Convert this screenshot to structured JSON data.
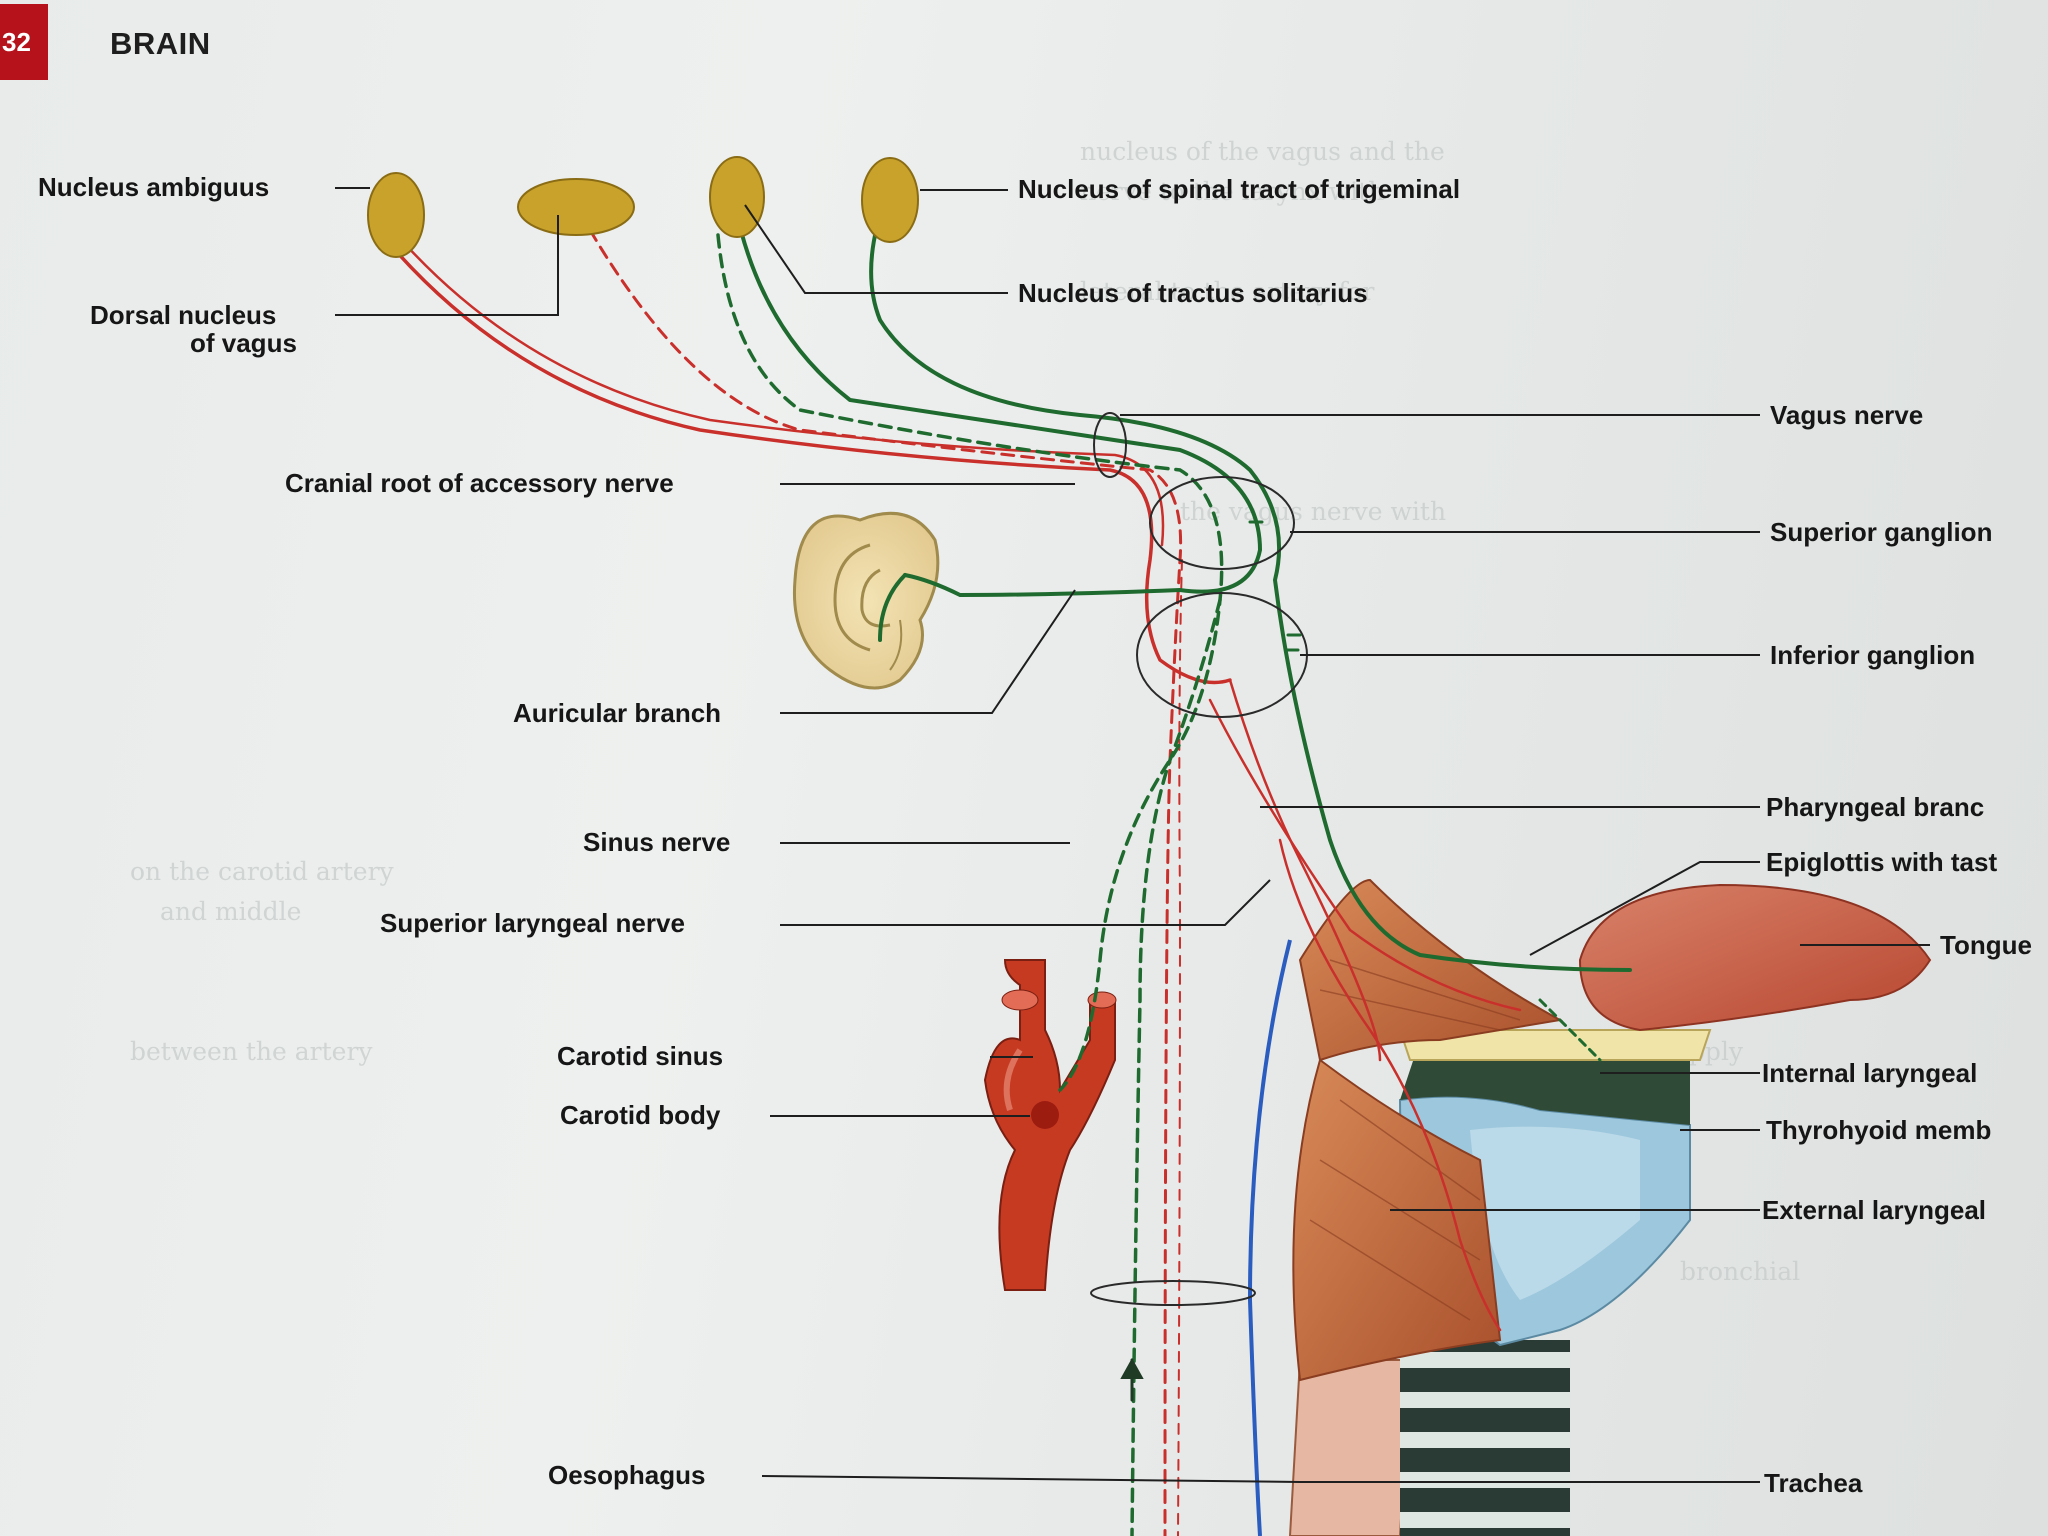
{
  "header": {
    "page_number": "32",
    "section": "BRAIN"
  },
  "colors": {
    "motor": "#c9302c",
    "sensory": "#1f6b2f",
    "nucleus": "#c8a22a",
    "artery": "#c73a22",
    "vein": "#2a5dbf",
    "muscle": "#b8623a",
    "cartilage": "#9cc7dc"
  },
  "labels": {
    "nucleus_ambiguus": "Nucleus ambiguus",
    "dorsal_nucleus_line1": "Dorsal nucleus",
    "dorsal_nucleus_line2": "of vagus",
    "cranial_root": "Cranial root of accessory nerve",
    "auricular_branch": "Auricular branch",
    "sinus_nerve": "Sinus nerve",
    "superior_laryngeal": "Superior laryngeal nerve",
    "carotid_sinus": "Carotid sinus",
    "carotid_body": "Carotid body",
    "oesophagus": "Oesophagus",
    "spinal_trigeminal": "Nucleus of spinal tract of trigeminal",
    "tractus_solitarius": "Nucleus of tractus solitarius",
    "vagus_nerve": "Vagus nerve",
    "superior_ganglion": "Superior ganglion",
    "inferior_ganglion": "Inferior ganglion",
    "pharyngeal_branch": "Pharyngeal branc",
    "epiglottis": "Epiglottis with tast",
    "tongue": "Tongue",
    "internal_laryngeal": "Internal laryngeal",
    "thyrohyoid": "Thyrohyoid memb",
    "external_laryngeal": "External laryngeal",
    "trachea": "Trachea"
  }
}
